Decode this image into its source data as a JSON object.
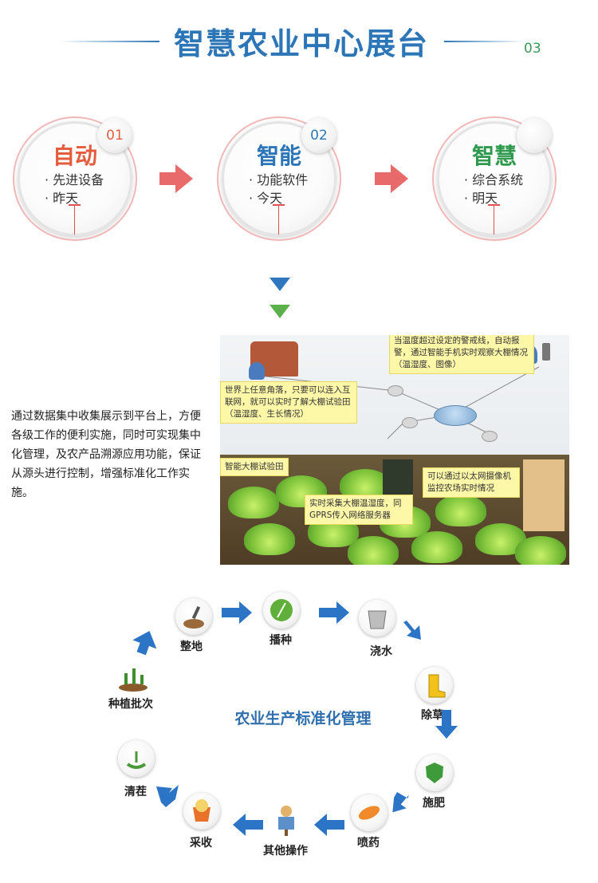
{
  "header": {
    "title": "智慧农业中心展台",
    "page_number": "03"
  },
  "stages": [
    {
      "number": "01",
      "title": "自动",
      "items": [
        "· 先进设备",
        "· 昨天"
      ],
      "title_color": "#e35c3d",
      "number_color": "#e35c3d"
    },
    {
      "number": "02",
      "title": "智能",
      "items": [
        "· 功能软件",
        "· 今天"
      ],
      "title_color": "#2c76b8",
      "number_color": "#2c76b8"
    },
    {
      "number": "",
      "title": "智慧",
      "items": [
        "· 综合系统",
        "· 明天"
      ],
      "title_color": "#2f9a4e",
      "number_color": "#2f9a4e"
    }
  ],
  "colors": {
    "step_arrow": "#e86a6a",
    "down_arrow_blue": "#2f78c0",
    "down_arrow_green": "#5bb04c",
    "cycle_arrow": "#2c75c6"
  },
  "description": "通过数据集中收集展示到平台上，方便各级工作的便利实施，同时可实现集中化管理，及农产品溯源应用功能，保证从源头进行控制，增强标准化工作实施。",
  "diagram": {
    "note_top": "当温度超过设定的警戒线，自动报警，通过智能手机实时观察大棚情况（温湿度、图像）",
    "note_left": "世界上任意角落，只要可以连入互联网，就可以实时了解大棚试验田（温湿度、生长情况）",
    "field_label": "智能大棚试验田",
    "note_sensor": "实时采集大棚温湿度，同GPRS传入网络服务器",
    "note_camera": "可以通过以太网摄像机监控农场实时情况"
  },
  "cycle": {
    "title": "农业生产标准化管理",
    "nodes": [
      {
        "label": "整地",
        "icon": "shovel-icon"
      },
      {
        "label": "播种",
        "icon": "wheat-icon"
      },
      {
        "label": "浇水",
        "icon": "bucket-icon"
      },
      {
        "label": "除草",
        "icon": "boot-icon"
      },
      {
        "label": "施肥",
        "icon": "shield-leaf-icon"
      },
      {
        "label": "喷药",
        "icon": "pill-icon"
      },
      {
        "label": "其他操作",
        "icon": "scarecrow-icon"
      },
      {
        "label": "采收",
        "icon": "basket-icon"
      },
      {
        "label": "清茬",
        "icon": "sprout-hand-icon"
      },
      {
        "label": "种植批次",
        "icon": "seedling-icon"
      }
    ]
  }
}
